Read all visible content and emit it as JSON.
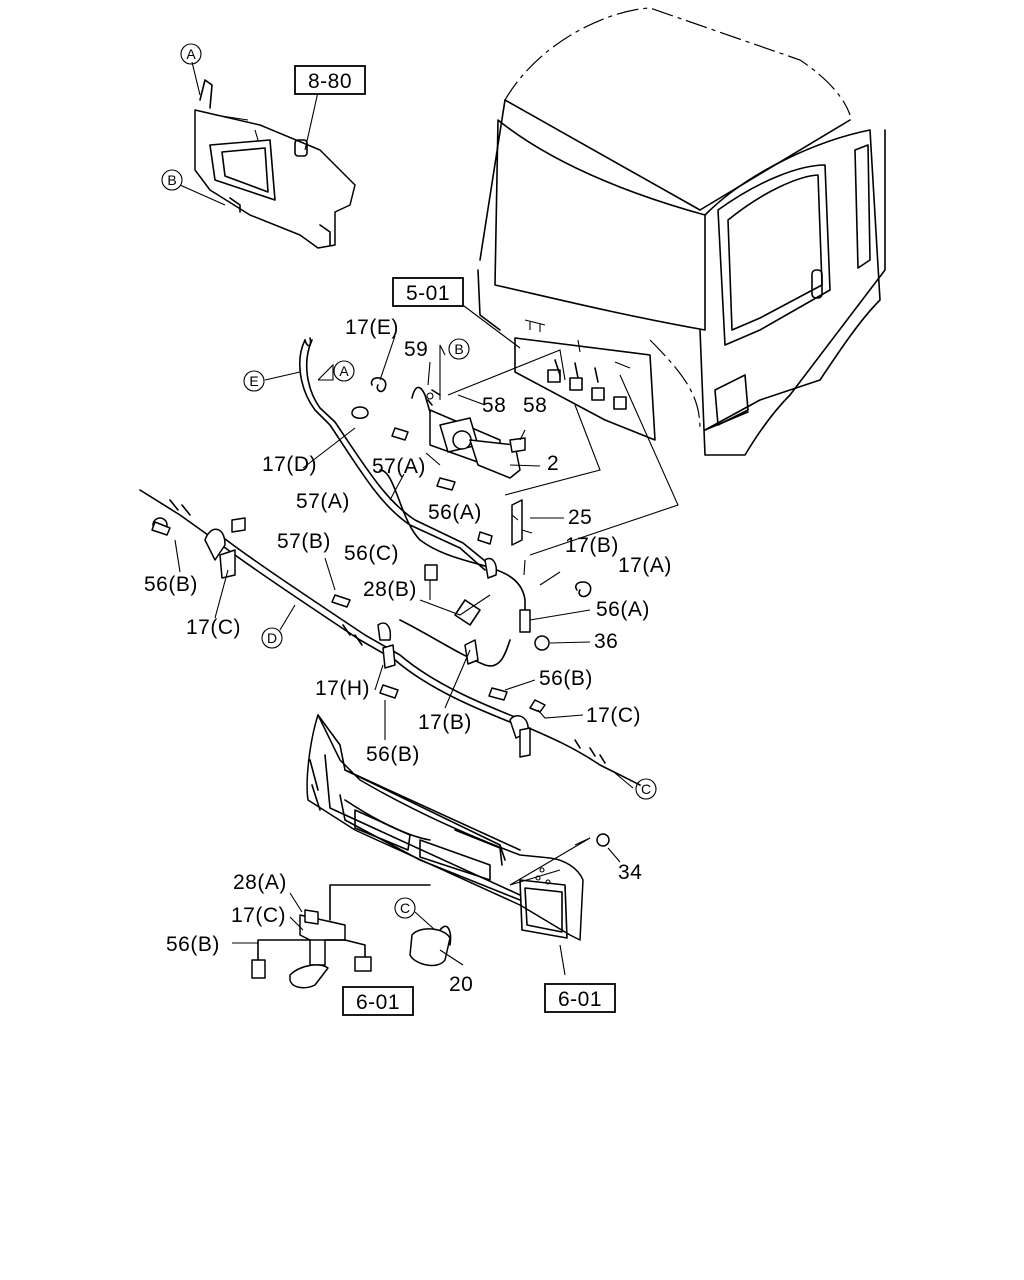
{
  "section_refs": [
    "8-80",
    "5-01",
    "6-01",
    "6-01"
  ],
  "circle_markers": [
    "A",
    "B",
    "A",
    "E",
    "B",
    "D",
    "C",
    "C"
  ],
  "part_labels": [
    "17(E)",
    "59",
    "58",
    "58",
    "17(D)",
    "57(A)",
    "2",
    "57(A)",
    "56(A)",
    "25",
    "57(B)",
    "56(C)",
    "17(B)",
    "17(A)",
    "56(B)",
    "28(B)",
    "56(A)",
    "17(C)",
    "36",
    "56(B)",
    "17(H)",
    "17(C)",
    "17(B)",
    "56(B)",
    "34",
    "28(A)",
    "17(C)",
    "56(B)",
    "20"
  ]
}
